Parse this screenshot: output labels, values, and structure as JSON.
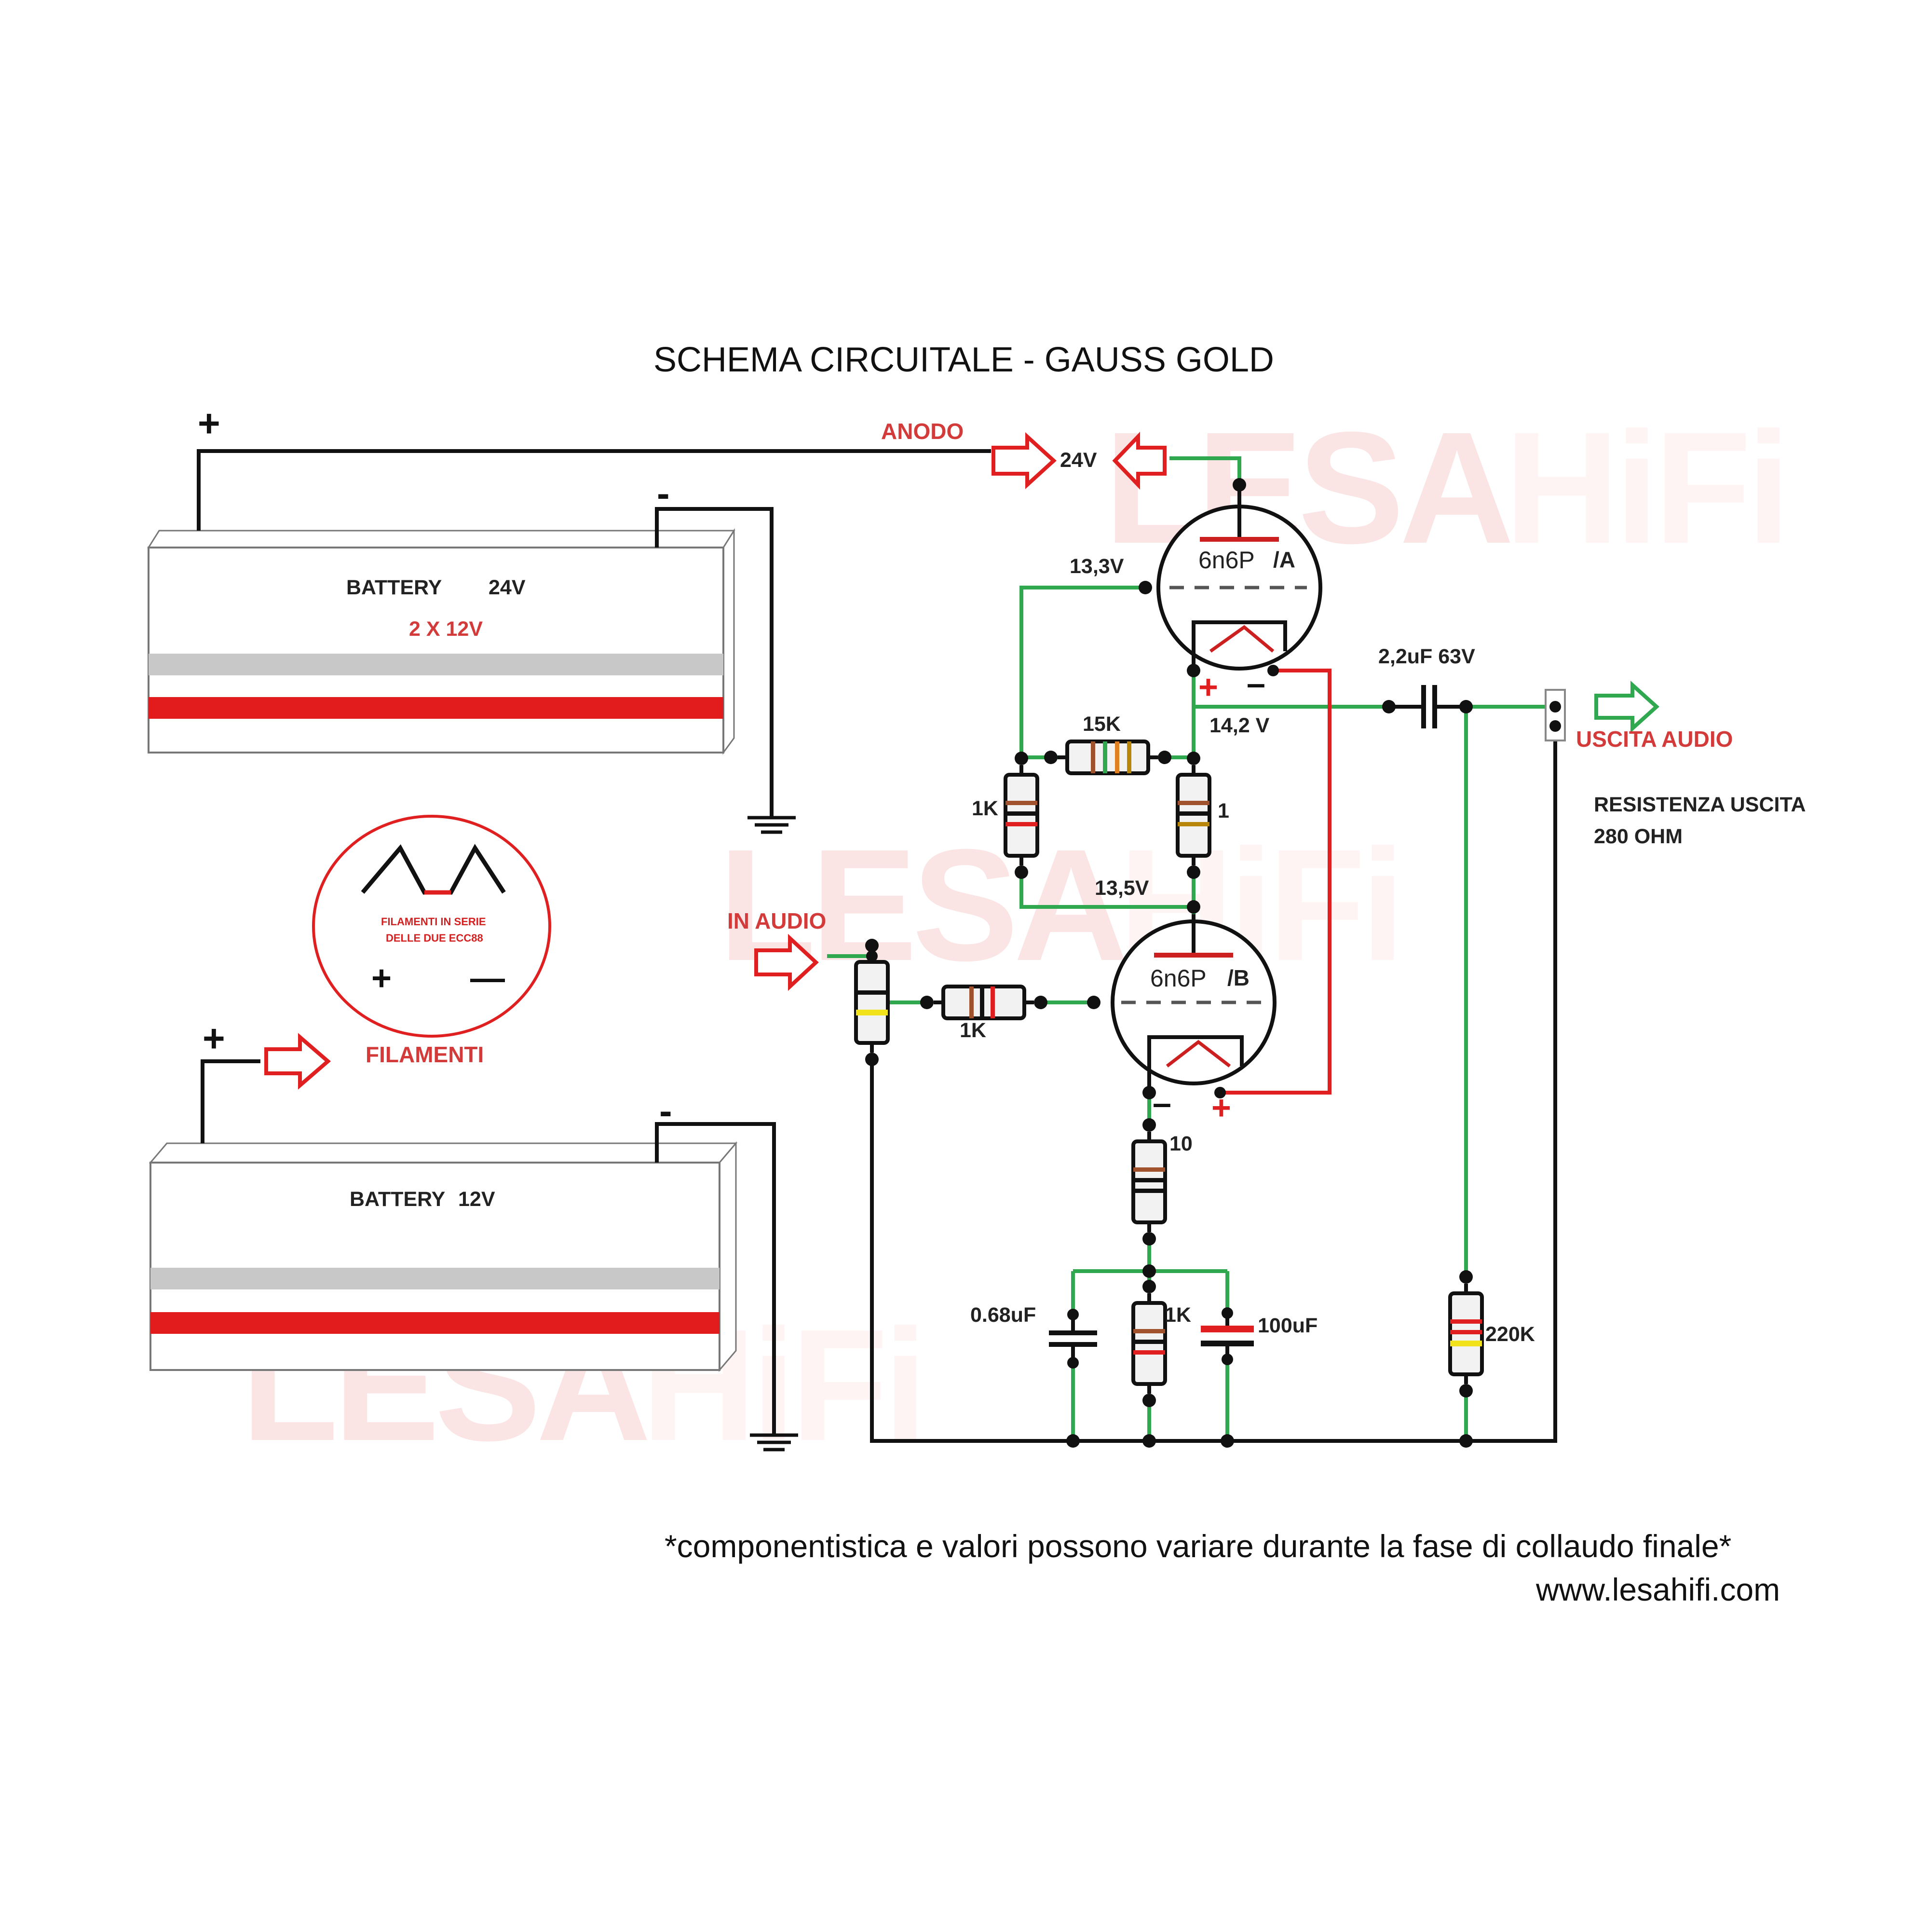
{
  "title": "SCHEMA CIRCUITALE - GAUSS GOLD",
  "watermark": {
    "brand_a": "LESA",
    "brand_b": "HiFi"
  },
  "battery_top": {
    "label": "BATTERY",
    "voltage": "24V",
    "config": "2 X 12V",
    "plus": "+",
    "minus": "-"
  },
  "battery_bottom": {
    "label": "BATTERY",
    "voltage": "12V",
    "plus": "+",
    "minus": "-"
  },
  "anode": {
    "label": "ANODO",
    "voltage": "24V"
  },
  "filaments": {
    "label": "FILAMENTI",
    "note_line1": "FILAMENTI IN SERIE",
    "note_line2": "DELLE DUE ECC88",
    "plus": "+",
    "minus": "—"
  },
  "tubes": {
    "a": {
      "name": "6n6P",
      "section": "/A"
    },
    "b": {
      "name": "6n6P",
      "section": "/B"
    }
  },
  "voltages": {
    "grid_a": "13,3V",
    "cathode_a": "14,2 V",
    "node_mid": "13,5V"
  },
  "components": {
    "r_15k": "15K",
    "r_1k_left": "1K",
    "r_1_right": "1",
    "r_1k_input": "1K",
    "r_10": "10",
    "r_1k_bias": "1K",
    "c_068": "0.68uF",
    "c_100": "100uF",
    "r_220k": "220K",
    "c_out": "2,2uF 63V"
  },
  "heater_marks": {
    "a_plus": "+",
    "a_minus": "–",
    "b_minus": "–",
    "b_plus": "+"
  },
  "io": {
    "input": "IN AUDIO",
    "output": "USCITA AUDIO",
    "out_res_line1": "RESISTENZA USCITA",
    "out_res_line2": "280 OHM"
  },
  "footer": {
    "note": "*componentistica e valori possono variare durante la fase di collaudo finale*",
    "url": "www.lesahifi.com"
  },
  "colors": {
    "wire_black": "#111111",
    "wire_green": "#2fa84f",
    "wire_red": "#e02020",
    "battery_stripe_red": "#e21c1c",
    "battery_stripe_grey": "#c8c8c8",
    "label_red": "#d33a3a",
    "output_arrow": "#2fa84f"
  }
}
